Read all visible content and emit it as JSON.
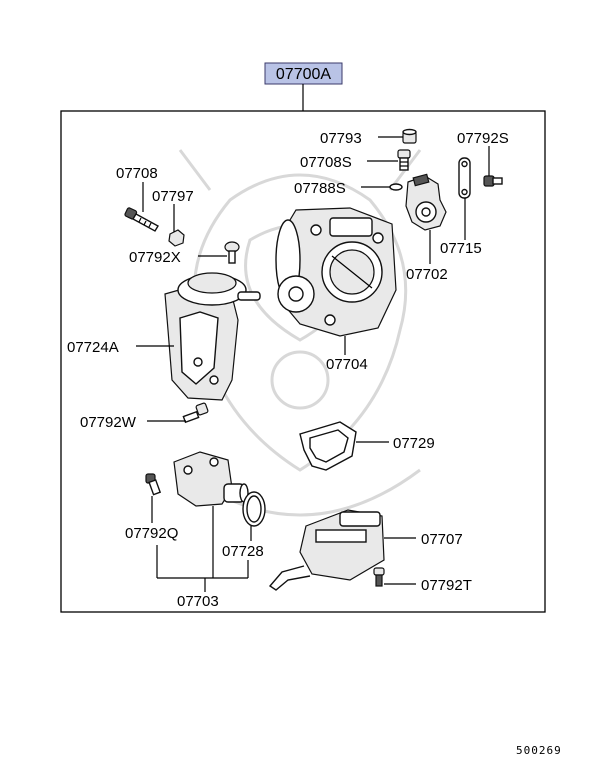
{
  "diagram": {
    "assembly_label": "07700A",
    "assembly_label_bg": "#b9c3e6",
    "doc_code": "500269",
    "parts": {
      "p07793": "07793",
      "p07792S": "07792S",
      "p07708S": "07708S",
      "p07788S": "07788S",
      "p07708": "07708",
      "p07797": "07797",
      "p07792X": "07792X",
      "p07715": "07715",
      "p07702": "07702",
      "p07724A": "07724A",
      "p07704": "07704",
      "p07792W": "07792W",
      "p07729": "07729",
      "p07792Q": "07792Q",
      "p07728": "07728",
      "p07707": "07707",
      "p07792T": "07792T",
      "p07703": "07703"
    }
  }
}
